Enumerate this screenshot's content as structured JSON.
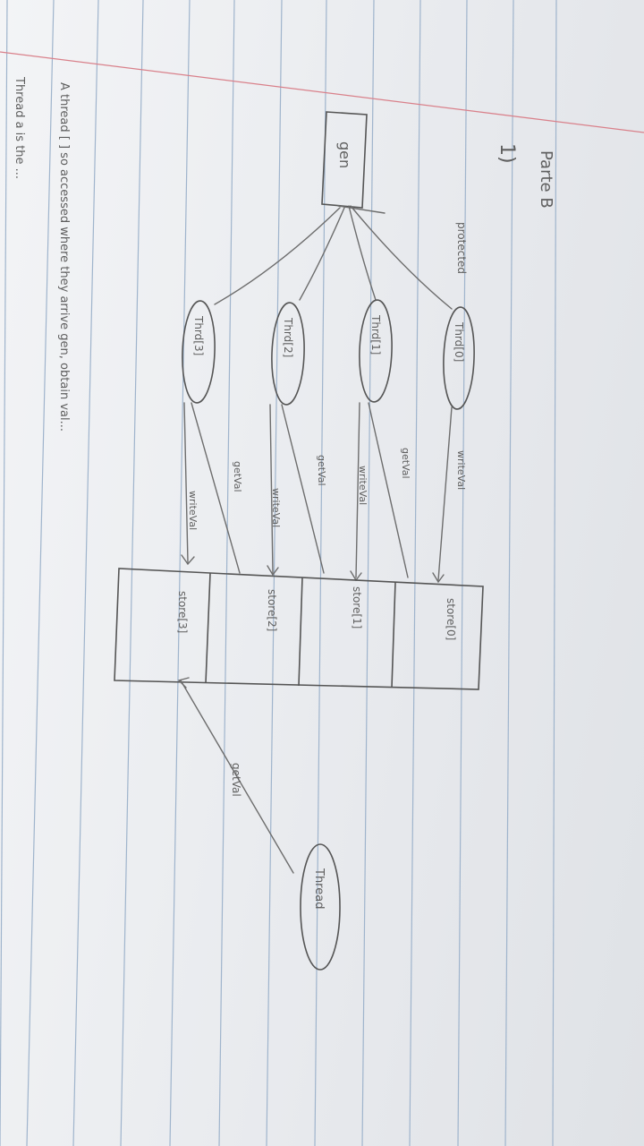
{
  "page": {
    "heading": "Parte B",
    "question_number": "1)"
  },
  "diagram": {
    "source_node": "gen",
    "thread_nodes": [
      "Thrd[0]",
      "Thrd[1]",
      "Thrd[2]",
      "Thrd[3]"
    ],
    "source_edge_label": "protected",
    "write_labels": [
      "writeVal",
      "writeVal",
      "writeVal",
      "writeVal"
    ],
    "cross_labels": [
      "getVal",
      "getVal",
      "getVal"
    ],
    "store_cells": [
      "store[0]",
      "store[1]",
      "store[2]",
      "store[3]"
    ],
    "reader_node": "Thread",
    "reader_edge_label": "getVal"
  },
  "notes": {
    "line1": "A thread [ ] so accessed where they arrive gen, obtain val...",
    "line2": "Thread a is the ..."
  },
  "colors": {
    "paper": "#eceef1",
    "ruled_line": "#9fb4cc",
    "margin_line": "#d9808a",
    "pencil": "#6d6d6d"
  }
}
